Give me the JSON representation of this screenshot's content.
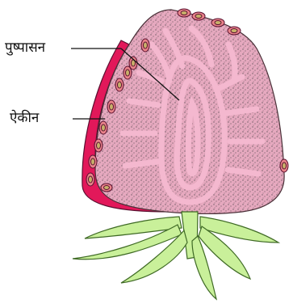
{
  "labels": {
    "receptacle": "पुष्पासन",
    "achene": "ऐकीन"
  },
  "colors": {
    "flesh": "#e6a9bf",
    "flesh_speckle": "#6e5a63",
    "skin": "#e2185a",
    "seed_outer": "#e8838a",
    "seed_inner": "#c8b06a",
    "vascular": "#f4b8cf",
    "sepal": "#c9f09a",
    "sepal_outline": "#3f6a25"
  },
  "icons": {
    "fruit": "strawberry-section-illustration"
  }
}
